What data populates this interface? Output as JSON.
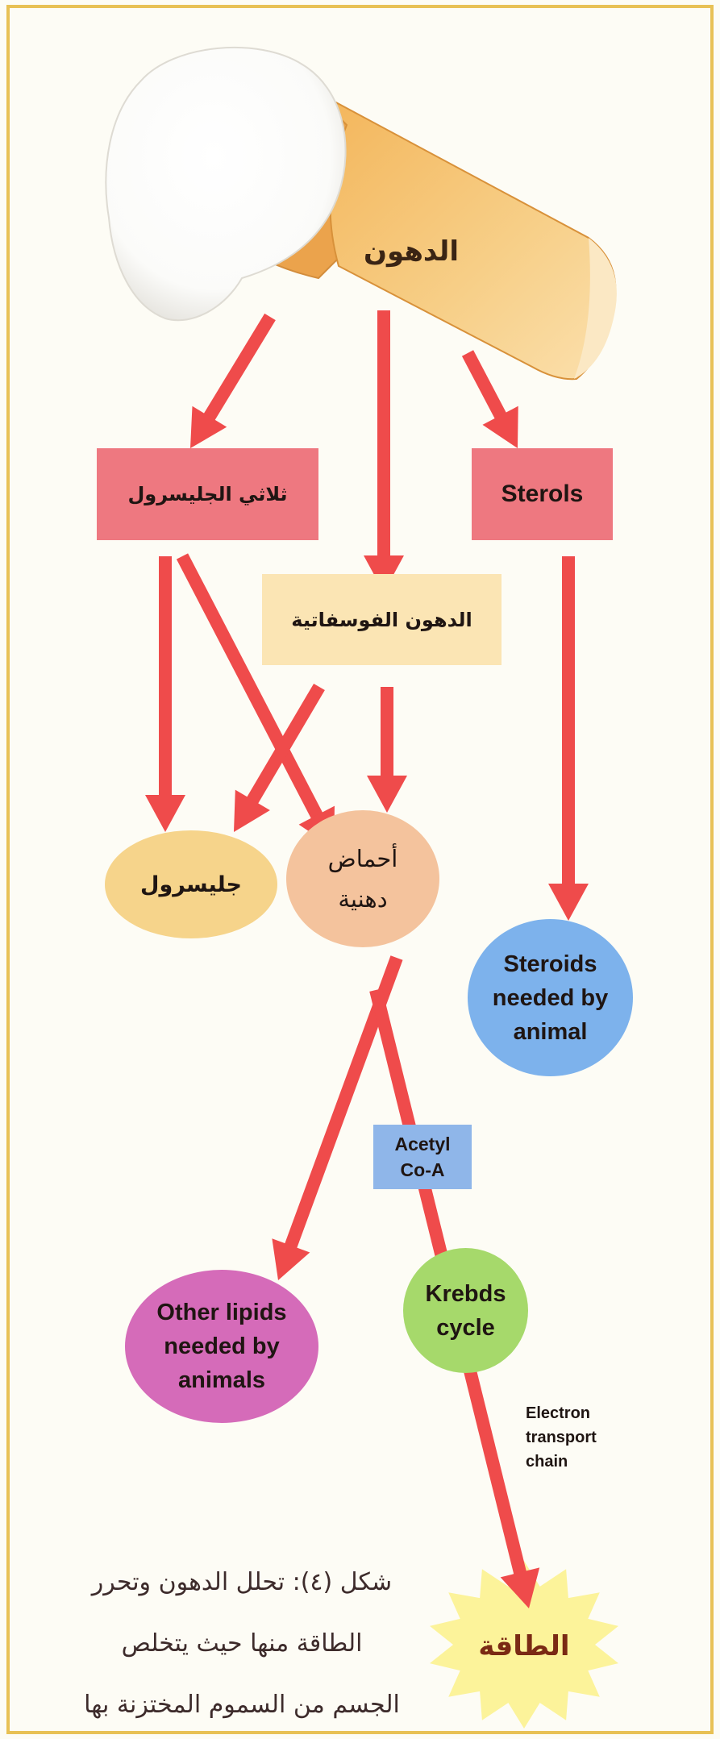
{
  "fats_label": "الدهون",
  "nodes": {
    "triglycerides": "ثلاثي الجليسرول",
    "sterols": "Sterols",
    "phospholipids": "الدهون الفوسفاتية",
    "glycerol": "جليسرول",
    "fatty_acids": [
      "أحماض",
      "دهنية"
    ],
    "steroids": [
      "Steroids",
      "needed by",
      "animal"
    ],
    "acetyl_coa": [
      "Acetyl",
      "Co-A"
    ],
    "other_lipids": [
      "Other lipids",
      "needed by",
      "animals"
    ],
    "krebs": [
      "Krebds",
      "cycle"
    ],
    "electron_transport": [
      "Electron",
      "transport",
      "chain"
    ],
    "energy": "الطاقة"
  },
  "caption": [
    "شكل (٤): تحلل الدهون وتحرر",
    "الطاقة منها حيث يتخلص",
    "الجسم من السموم المختزنة بها"
  ],
  "colors": {
    "arrow": "#ef4b4b",
    "pink_box": "#ee7880",
    "phospho_box": "#fbe5b4",
    "glycerol": "#f6d48b",
    "fatty_acids": "#f4c39d",
    "steroids": "#7db2ec",
    "acetyl": "#8fb6e9",
    "other_lipids": "#d56bb9",
    "krebs": "#a6d96b",
    "energy_star": "#fcf39a",
    "frame": "#e8c155"
  }
}
